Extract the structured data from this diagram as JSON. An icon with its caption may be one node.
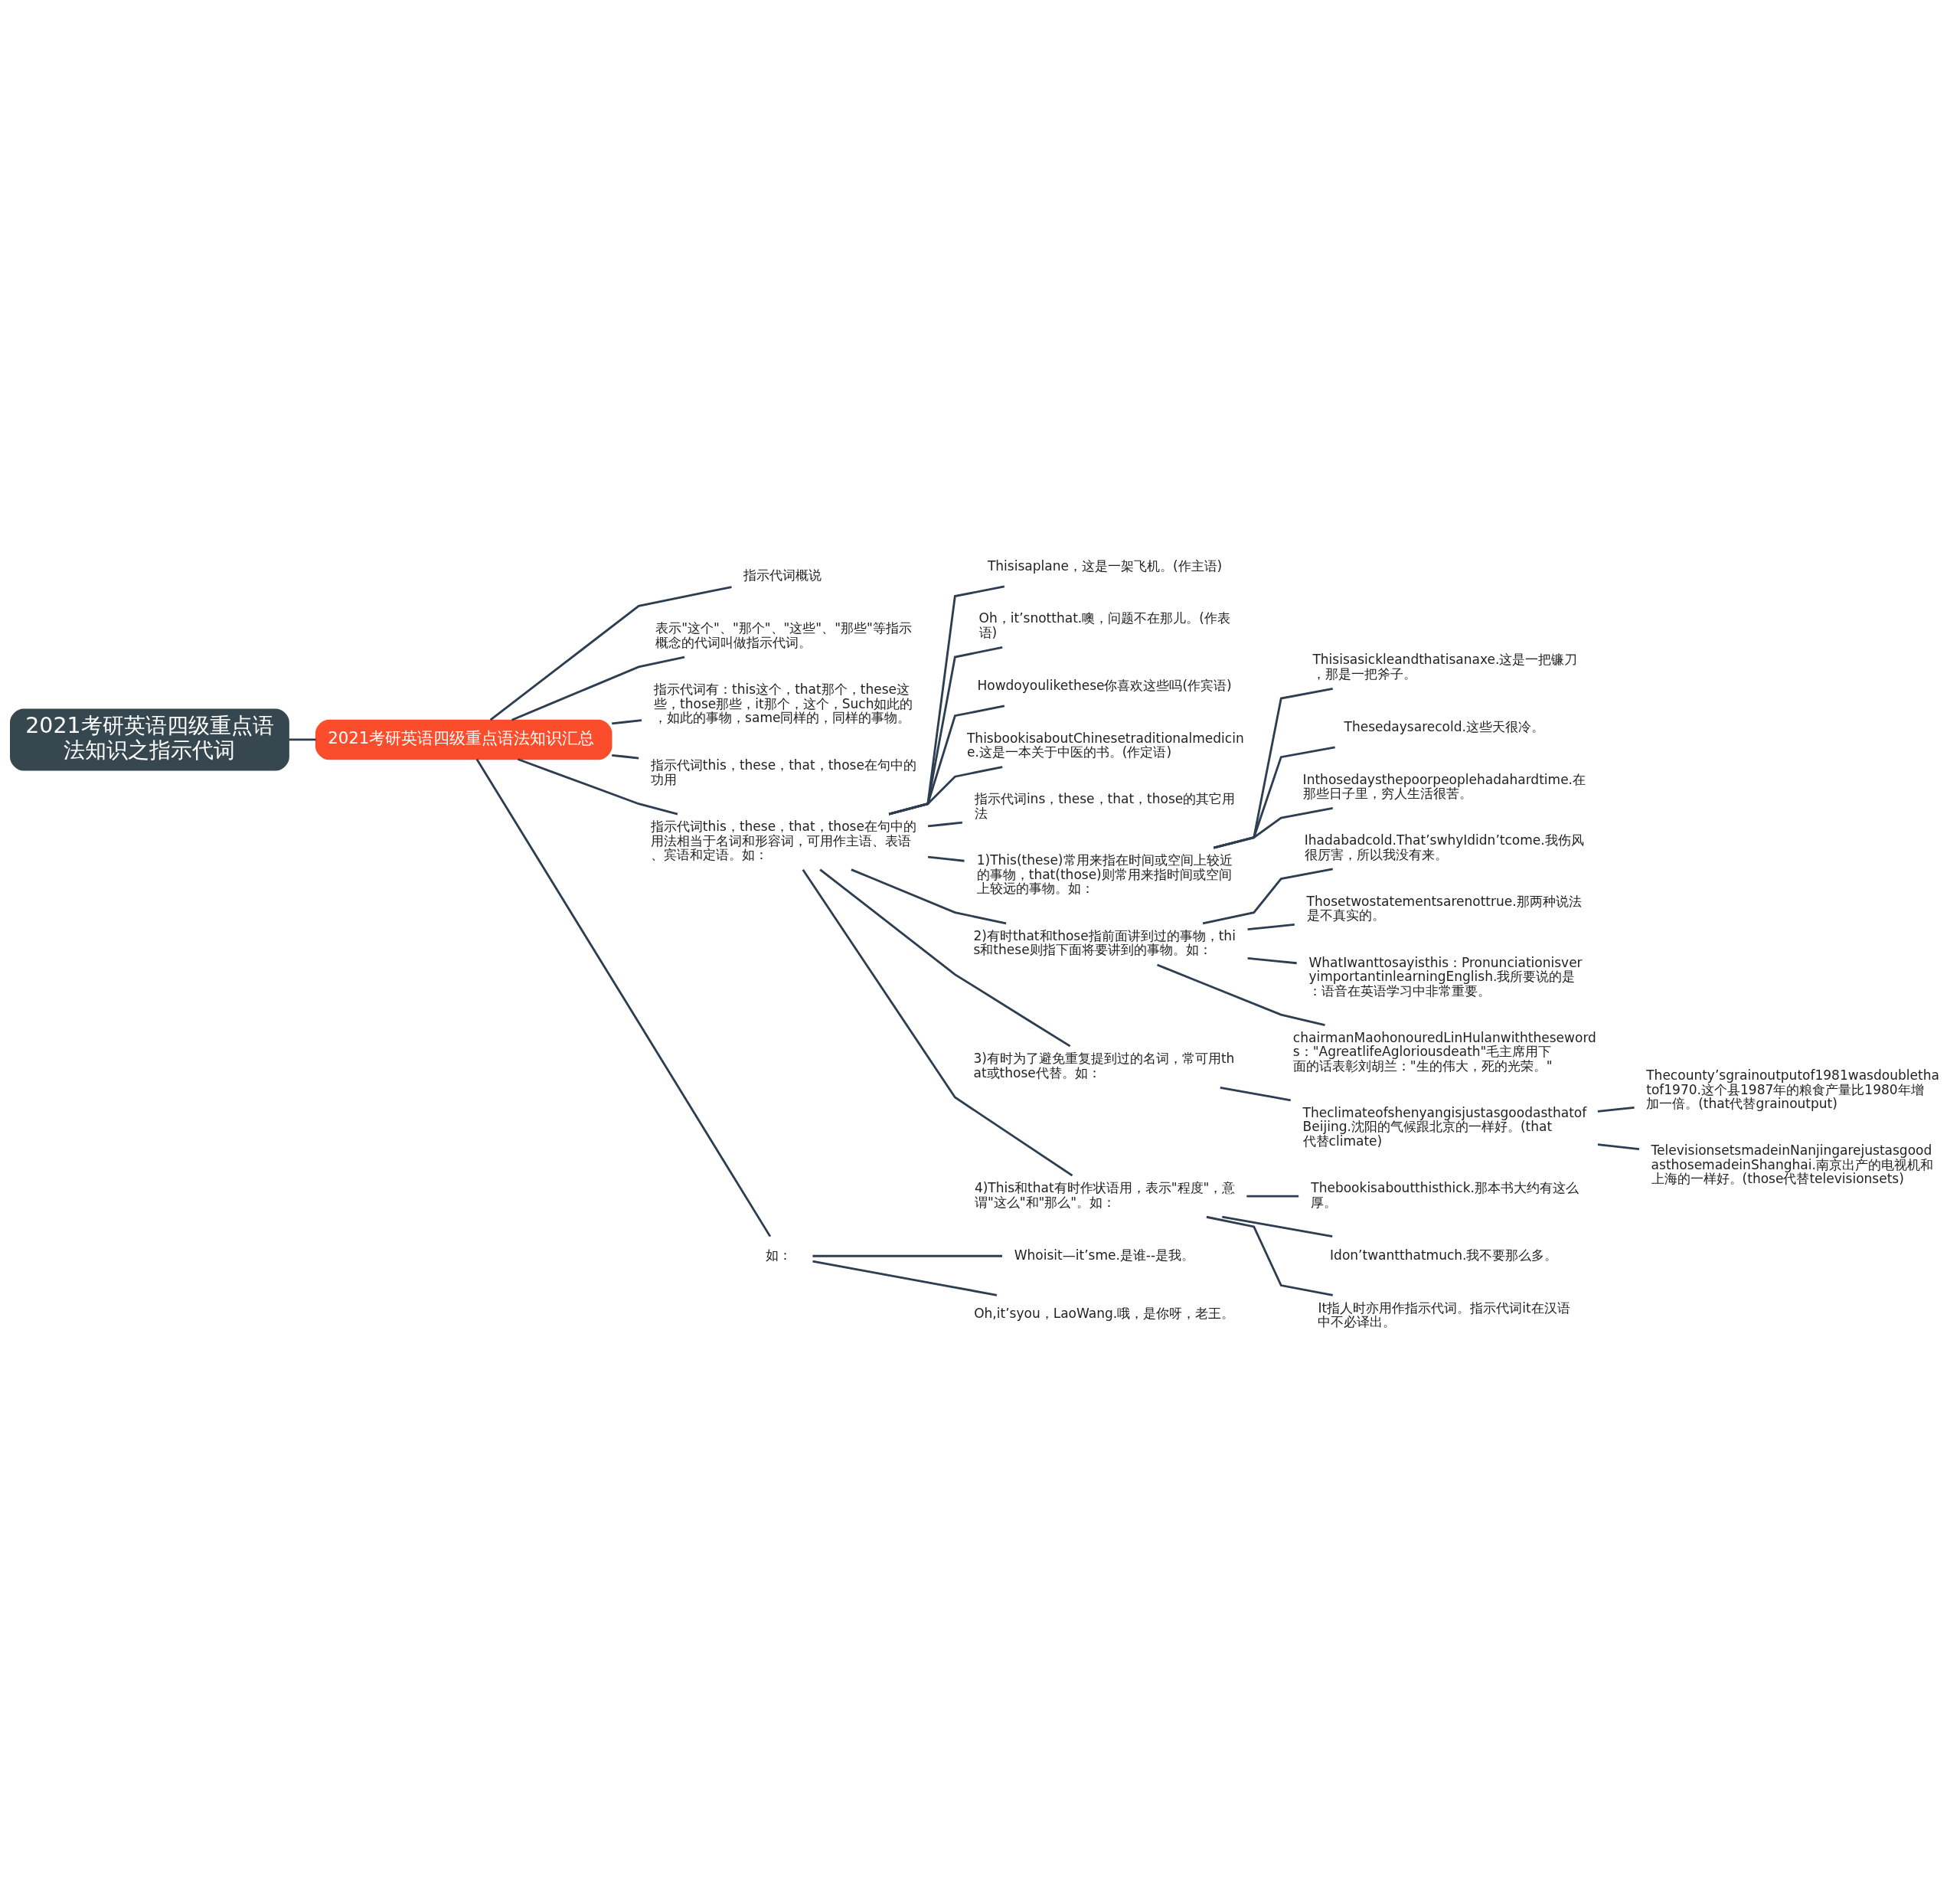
{
  "diagram": {
    "nodes": [
      {
        "text": [
          "2021考研英语四级重点语法知识之指示代词"
        ]
      },
      {
        "text": [
          "2021考研英语四级重点语法知识汇总"
        ]
      },
      {
        "text": [
          "指示代词概说"
        ]
      },
      {
        "text": [
          "表示\"这个\"、\"那个\"、\"这些\"、\"那些\"等指示概念的代词叫做指示代词。"
        ]
      },
      {
        "text": [
          "指示代词有：this这个，that那个，these这些，those那些，it那个，这个，Such如此的，如此的事物，same同样的，同样的事物。"
        ]
      },
      {
        "text": [
          "指示代词this，these，that，those在句中的功用"
        ]
      },
      {
        "text": [
          "指示代词this，these，that，those在句中的用法相当于名词和形容词，可用作主语、表语、宾语和定语。如："
        ]
      },
      {
        "text": [
          "Thisisaplane，这是一架飞机。(作主语)"
        ]
      },
      {
        "text": [
          "Oh，it’snotthat.噢，问题不在那儿。(作表语)"
        ]
      },
      {
        "text": [
          "Howdoyoulikethese你喜欢这些吗(作宾语)"
        ]
      },
      {
        "text": [
          "ThisbookisaboutChinesetraditionalmedicine.这是一本关于中医的书。(作定语)"
        ]
      },
      {
        "text": [
          "指示代词ins，these，that，those的其它用法"
        ]
      },
      {
        "text": [
          "1)This(these)常用来指在时间或空间上较近的事物，that(those)则常用来指时间或空间上较远的事物。如："
        ]
      },
      {
        "text": [
          "Thisisasickleandthatisanaxe.这是一把镰刀，那是一把斧子。"
        ]
      },
      {
        "text": [
          "Thesedaysarecold.这些天很冷。"
        ]
      },
      {
        "text": [
          "Inthosedaysthepoorpeoplehadahardtime.在那些日子里，穷人生活很苦。"
        ]
      },
      {
        "text": [
          "2)有时that和those指前面讲到过的事物，this和these则指下面将要讲到的事物。如："
        ]
      },
      {
        "text": [
          "Ihadabadcold.That’swhyIdidn’tcome.我伤风很厉害，所以我没有来。"
        ]
      },
      {
        "text": [
          "Thosetwostatementsarenottrue.那两种说法是不真实的。"
        ]
      },
      {
        "text": [
          "WhatIwanttosayisthis：PronunciationisveryimportantinlearningEnglish.我所要说的是：语音在英语学习中非常重要。"
        ]
      },
      {
        "text": [
          "chairmanMaohonouredLinHulanwiththesewords：\"AgreatlifeAgloriousdeath\"毛主席用下面的话表彰刘胡兰：\"生的伟大，死的光荣。\""
        ]
      },
      {
        "text": [
          "3)有时为了避免重复提到过的名词，常可用that或those代替。如："
        ]
      },
      {
        "text": [
          "TheclimateofshenyangisjustasgoodasthatofBeijing.沈阳的气候跟北京的一样好。(that代替climate)"
        ]
      },
      {
        "text": [
          "Thecounty’sgrainoutputof1981wasdoublethatof1970.这个县1987年的粮食产量比1980年增加一倍。(that代替grainoutput)"
        ]
      },
      {
        "text": [
          "TelevisionsetsmadeinNanjingarejustasgoodasthosemadeinShanghai.南京出产的电视机和上海的一样好。(those代替televisionsets)"
        ]
      },
      {
        "text": [
          "4)This和that有时作状语用，表示\"程度\"，意谓\"这么\"和\"那么\"。如："
        ]
      },
      {
        "text": [
          "Thebookisaboutthisthick.那本书大约有这么厚。"
        ]
      },
      {
        "text": [
          "Idon’twantthatmuch.我不要那么多。"
        ]
      },
      {
        "text": [
          "It指人时亦用作指示代词。指示代词it在汉语中不必译出。"
        ]
      },
      {
        "text": [
          "如："
        ]
      },
      {
        "text": [
          "Whoisit—it’sme.是谁--是我。"
        ]
      },
      {
        "text": [
          "Oh,it’syou，LaoWang.哦，是你呀，老王。"
        ]
      }
    ],
    "edges": [
      {
        "from": 0,
        "to": 1,
        "arrow": "none"
      },
      {
        "from": 1,
        "to": 2,
        "arrow": "none"
      },
      {
        "from": 1,
        "to": 3,
        "arrow": "none"
      },
      {
        "from": 1,
        "to": 4,
        "arrow": "none"
      },
      {
        "from": 1,
        "to": 5,
        "arrow": "none"
      },
      {
        "from": 1,
        "to": 6,
        "arrow": "none"
      },
      {
        "from": 6,
        "to": 7,
        "arrow": "none"
      },
      {
        "from": 6,
        "to": 8,
        "arrow": "none"
      },
      {
        "from": 6,
        "to": 9,
        "arrow": "none"
      },
      {
        "from": 6,
        "to": 10,
        "arrow": "none"
      },
      {
        "from": 6,
        "to": 11,
        "arrow": "none"
      },
      {
        "from": 6,
        "to": 12,
        "arrow": "none"
      },
      {
        "from": 12,
        "to": 13,
        "arrow": "none"
      },
      {
        "from": 12,
        "to": 14,
        "arrow": "none"
      },
      {
        "from": 12,
        "to": 15,
        "arrow": "none"
      },
      {
        "from": 6,
        "to": 16,
        "arrow": "none"
      },
      {
        "from": 16,
        "to": 17,
        "arrow": "none"
      },
      {
        "from": 16,
        "to": 18,
        "arrow": "none"
      },
      {
        "from": 16,
        "to": 19,
        "arrow": "none"
      },
      {
        "from": 16,
        "to": 20,
        "arrow": "none"
      },
      {
        "from": 6,
        "to": 21,
        "arrow": "none"
      },
      {
        "from": 21,
        "to": 22,
        "arrow": "none"
      },
      {
        "from": 22,
        "to": 23,
        "arrow": "none"
      },
      {
        "from": 22,
        "to": 24,
        "arrow": "none"
      },
      {
        "from": 6,
        "to": 25,
        "arrow": "none"
      },
      {
        "from": 25,
        "to": 26,
        "arrow": "none"
      },
      {
        "from": 25,
        "to": 27,
        "arrow": "none"
      },
      {
        "from": 25,
        "to": 28,
        "arrow": "none"
      },
      {
        "from": 1,
        "to": 29,
        "arrow": "none"
      },
      {
        "from": 29,
        "to": 30,
        "arrow": "none"
      },
      {
        "from": 29,
        "to": 31,
        "arrow": "none"
      }
    ]
  }
}
